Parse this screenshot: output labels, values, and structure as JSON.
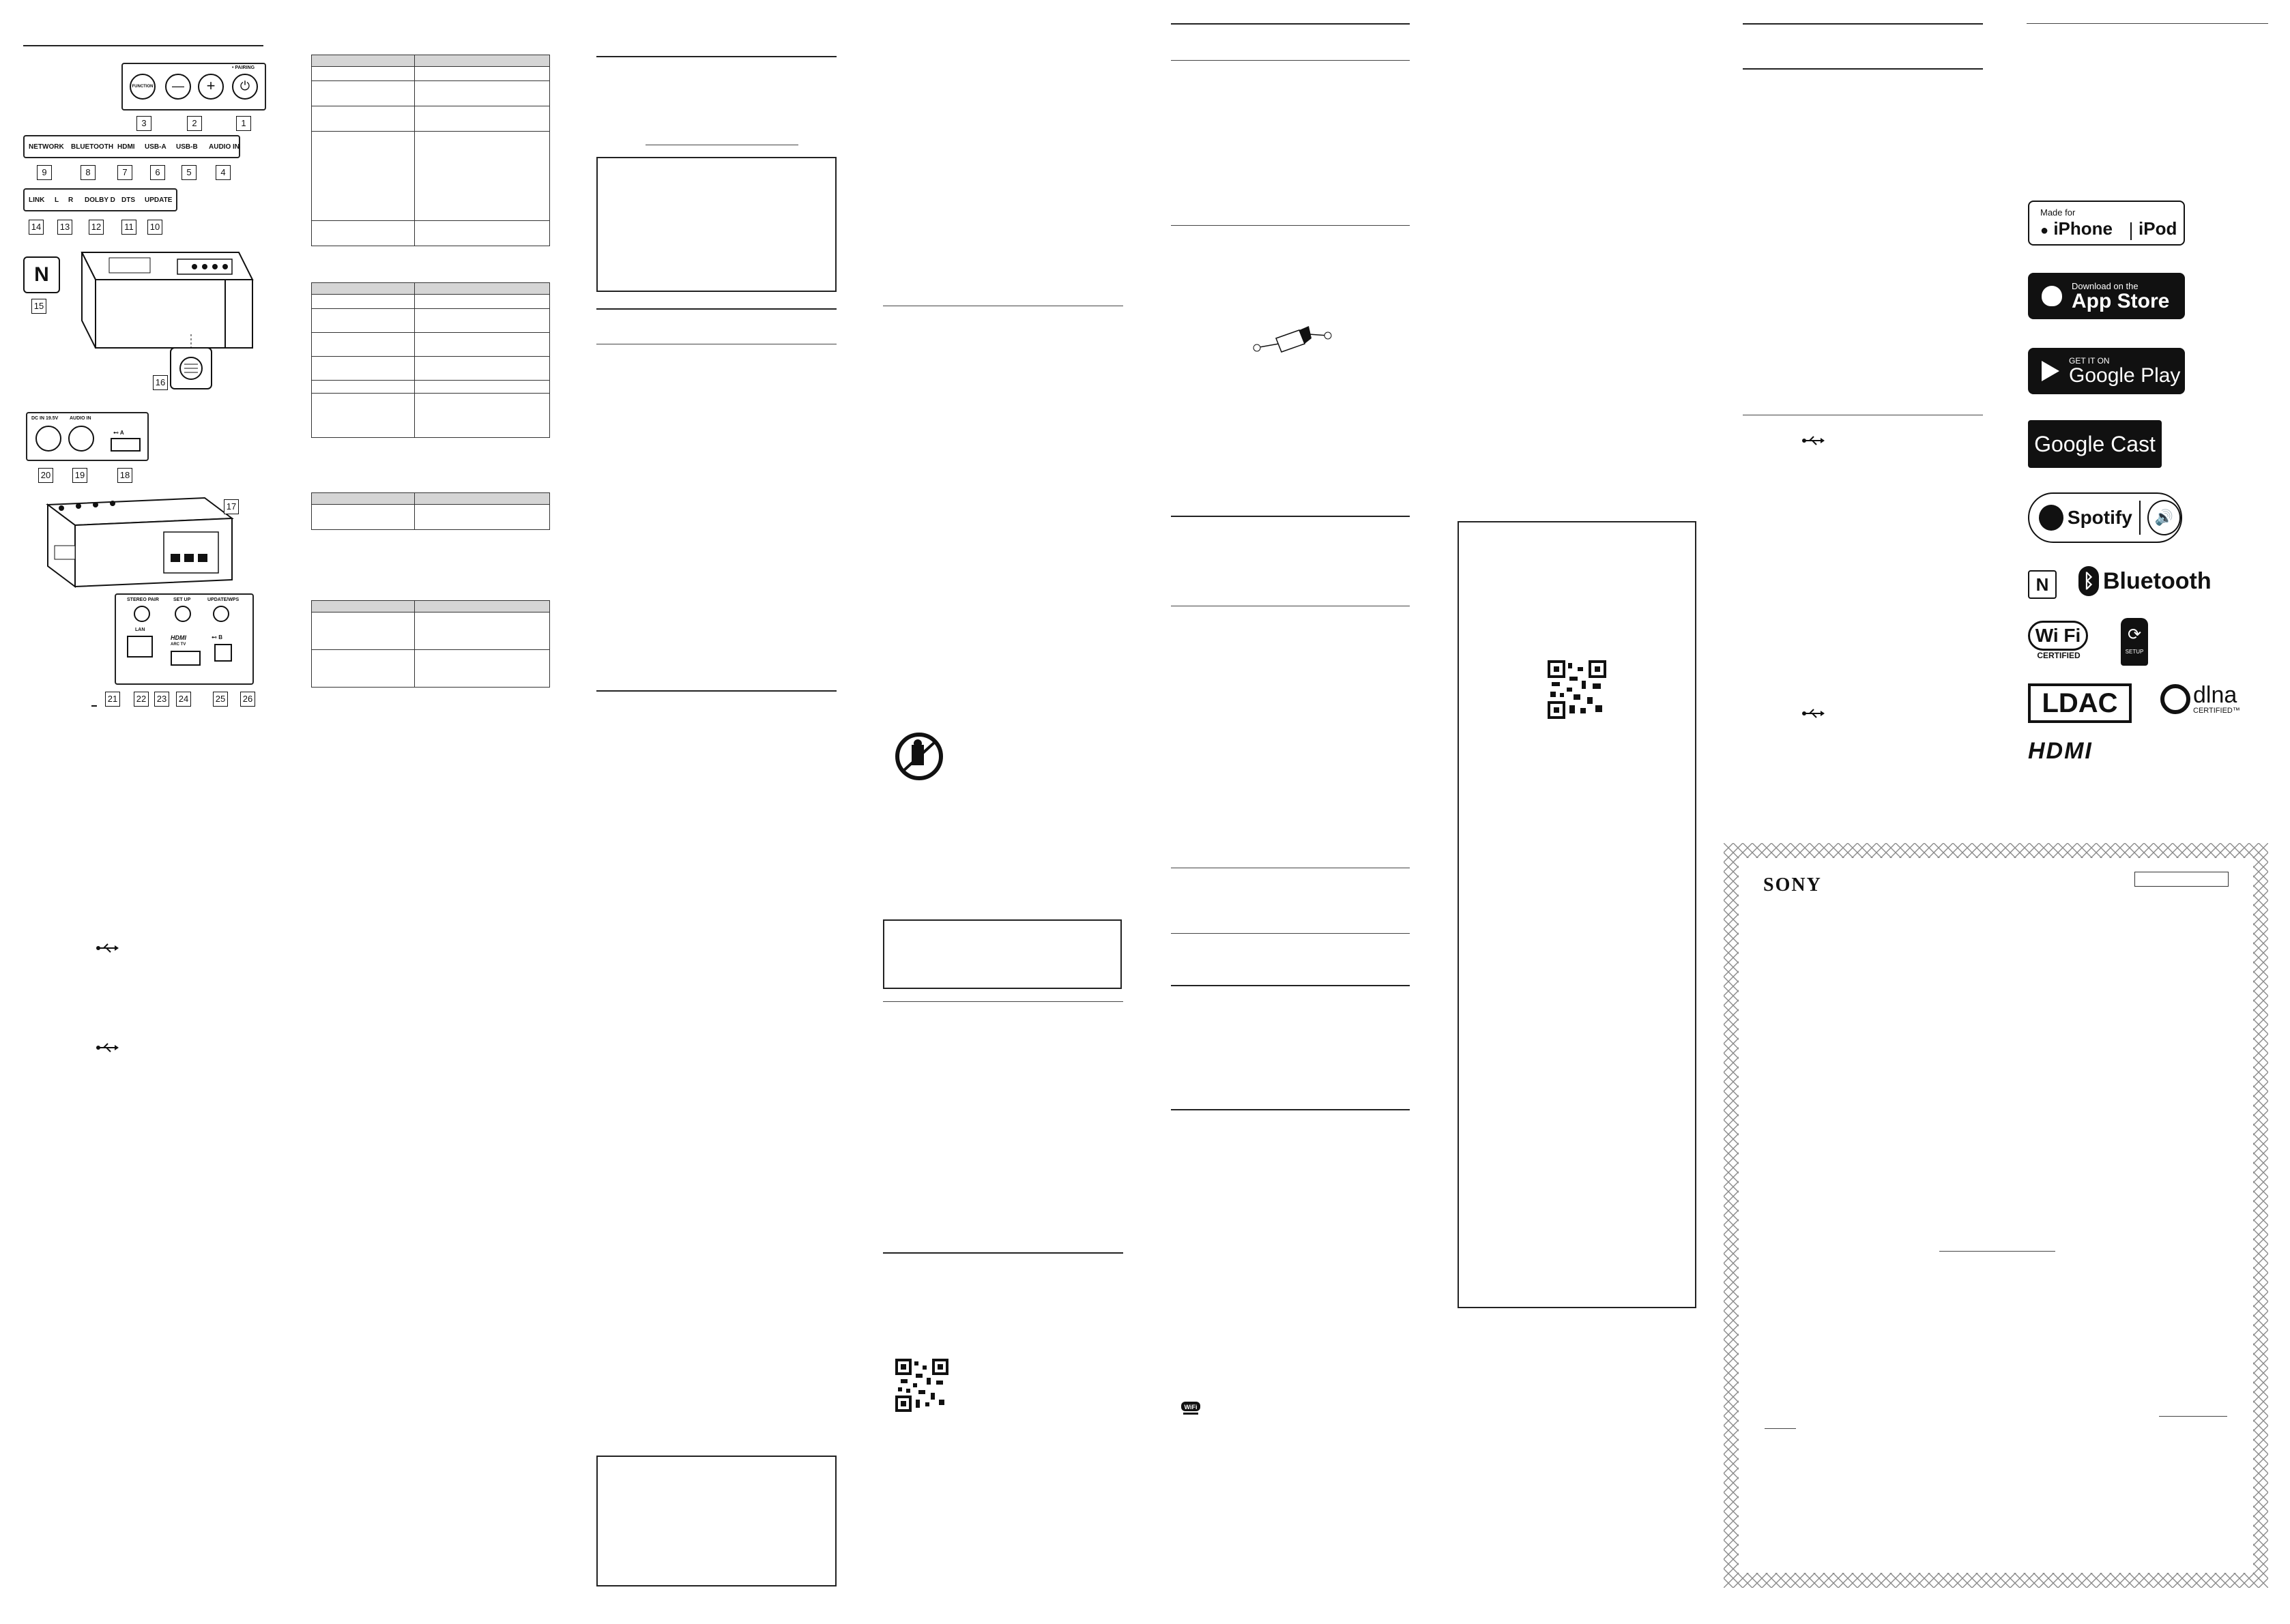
{
  "panel1": {
    "top_buttons": {
      "function": "FUNCTION",
      "minus": "—",
      "plus": "+",
      "pairing": "• PAIRING",
      "power_symbol": "⏻"
    },
    "row1_labels": [
      "NETWORK",
      "BLUETOOTH",
      "HDMI",
      "USB-A",
      "USB-B",
      "AUDIO IN"
    ],
    "row1_nums": [
      "9",
      "8",
      "7",
      "6",
      "5",
      "4"
    ],
    "top_nums": [
      "3",
      "2",
      "1"
    ],
    "row2_labels": [
      "LINK",
      "L",
      "R",
      "DOLBY D",
      "DTS",
      "UPDATE"
    ],
    "row2_nums": [
      "14",
      "13",
      "12",
      "11",
      "10"
    ],
    "nfc_num": "15",
    "bottom_num": "16",
    "rear_labels": {
      "dc": "DC IN 19.5V",
      "audio_in": "AUDIO IN",
      "usb_a": "⊷ A"
    },
    "rear_nums": [
      "20",
      "19",
      "18"
    ],
    "num_17": "17",
    "port_labels": {
      "stereo_pair": "STEREO PAIR",
      "set_up": "SET UP",
      "update": "UPDATE/WPS",
      "lan": "LAN",
      "hdmi": "HDMI",
      "arc": "ARC TV",
      "usb_b": "⊷ B"
    },
    "port_nums": [
      "21",
      "22",
      "23",
      "24",
      "25",
      "26"
    ]
  },
  "logos": {
    "made_for": "Made for",
    "iphone": "iPhone",
    "ipod": "iPod",
    "appstore_top": "Download on the",
    "appstore": "App Store",
    "googleplay_top": "GET IT ON",
    "googleplay": "Google Play",
    "googlecast": "Google Cast",
    "spotify": "Spotify",
    "bluetooth": "Bluetooth",
    "wifi": "Wi Fi",
    "wifi_certified": "CERTIFIED",
    "setup": "SETUP",
    "ldac": "LDAC",
    "dlna": "dlna",
    "dlna_certified": "CERTIFIED™",
    "hdmi": "HDMI"
  },
  "cover": {
    "brand": "SONY"
  }
}
